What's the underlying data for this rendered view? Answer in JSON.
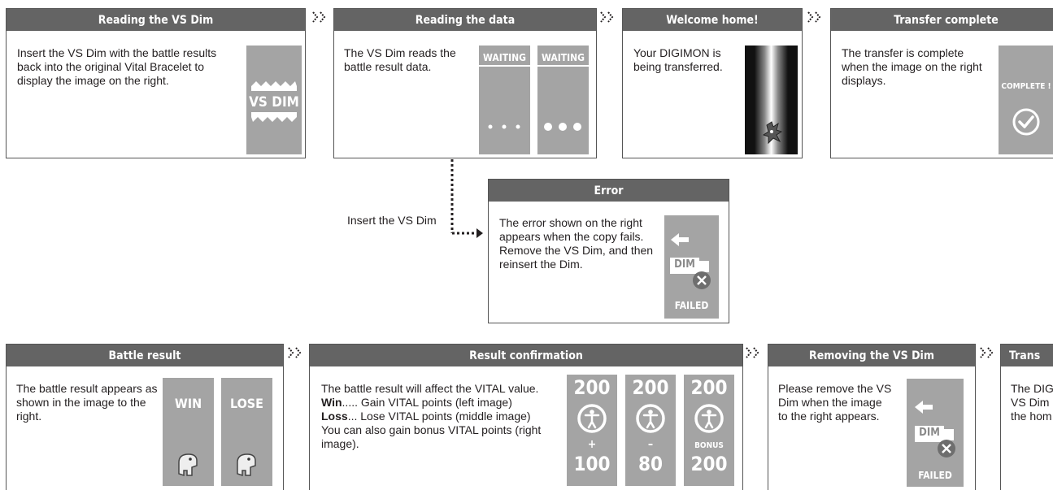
{
  "colors": {
    "title_bar": "#646464",
    "screen": "#a4a4a4",
    "border": "#555555",
    "arrow": "#231f20"
  },
  "top_row": [
    {
      "title": "Reading the VS Dim",
      "text": "Insert the VS Dim with the battle results back into the original Vital Bracelet to display the image on the right.",
      "screen_label": "VS DIM"
    },
    {
      "title": "Reading the data",
      "text": "The VS Dim reads the battle result data.",
      "screen_labels": [
        "WAITING",
        "WAITING"
      ]
    },
    {
      "title": "Welcome home!",
      "text": "Your DIGIMON is being transferred."
    },
    {
      "title": "Transfer complete",
      "text": "The transfer is complete when the image on the right displays.",
      "screen_label": "COMPLETE !"
    }
  ],
  "branch": {
    "label": "Insert the VS Dim"
  },
  "error_panel": {
    "title": "Error",
    "text": "The error shown on the right appears when the copy fails. Remove the VS Dim, and then reinsert the Dim.",
    "screen_chip": "DIM",
    "screen_label": "FAILED"
  },
  "bottom_row": [
    {
      "title": "Battle result",
      "text": "The battle result appears as shown in the image to the right.",
      "screen_labels": [
        "WIN",
        "LOSE"
      ]
    },
    {
      "title": "Result confirmation",
      "line1": "The battle result will affect the VITAL value.",
      "win_key": "Win",
      "win_text": "..... Gain VITAL points (left image)",
      "loss_key": "Loss",
      "loss_text": "... Lose VITAL points (middle image)",
      "line4": "You can also gain bonus VITAL points (right image).",
      "screens": [
        {
          "top": "200",
          "sign": "+",
          "bottom": "100"
        },
        {
          "top": "200",
          "sign": "–",
          "bottom": "80"
        },
        {
          "top": "200",
          "sign": "BONUS",
          "bottom": "200"
        }
      ]
    },
    {
      "title": "Removing the VS Dim",
      "text": "Please remove the VS Dim when the image to the right appears.",
      "screen_chip": "DIM",
      "screen_label": "FAILED"
    },
    {
      "title": "Trans",
      "text_lines": [
        "The DIG",
        "VS Dim",
        "the hom"
      ]
    }
  ]
}
